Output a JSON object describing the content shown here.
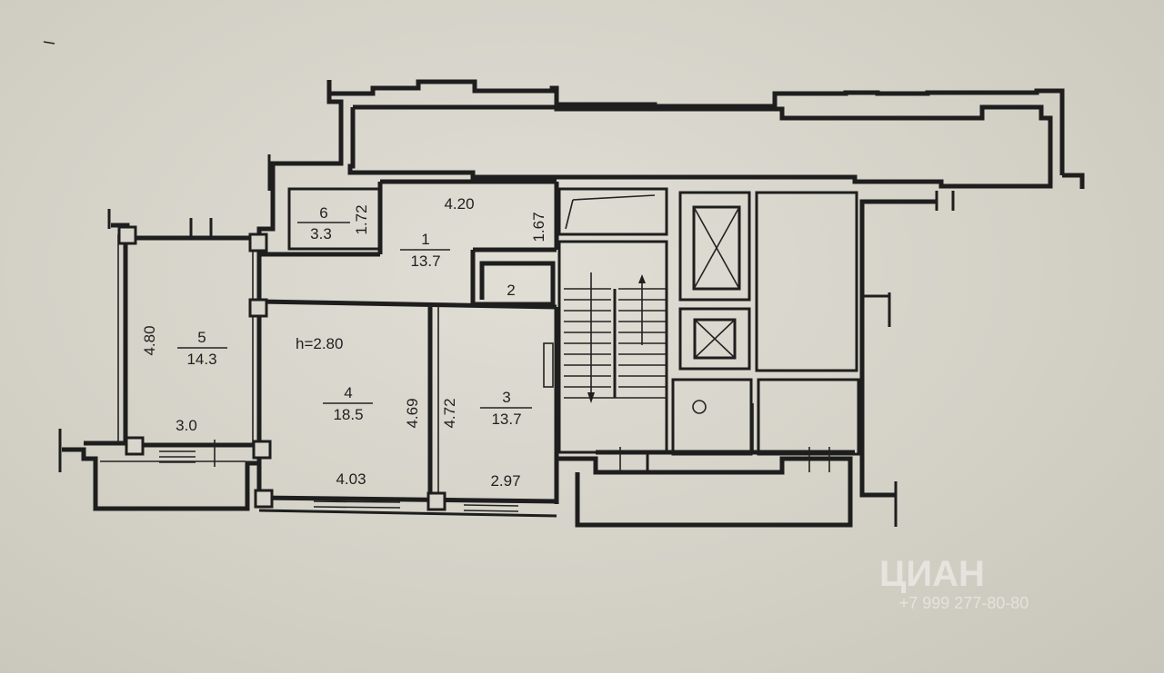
{
  "rooms": [
    {
      "id": "r1",
      "number": "1",
      "area": "13.7"
    },
    {
      "id": "r2",
      "number": "2",
      "area": ""
    },
    {
      "id": "r3",
      "number": "3",
      "area": "13.7"
    },
    {
      "id": "r4",
      "number": "4",
      "area": "18.5"
    },
    {
      "id": "r5",
      "number": "5",
      "area": "14.3"
    },
    {
      "id": "r6",
      "number": "6",
      "area": "3.3"
    }
  ],
  "dimensions": {
    "hall_width": "4.20",
    "hall_depth": "1.67",
    "storage_depth": "1.72",
    "room5_depth": "4.80",
    "balcony_width": "3.0",
    "room4_width": "4.03",
    "room4_depth": "4.69",
    "room3_depth": "4.72",
    "room3_width": "2.97"
  },
  "ceiling_height": "h=2.80",
  "watermark": {
    "brand": "ЦИАН",
    "phone": "+7 999 277-80-80"
  }
}
